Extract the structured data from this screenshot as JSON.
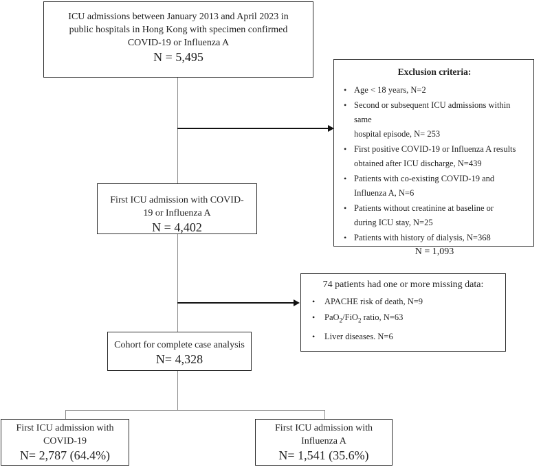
{
  "top_box": {
    "line1": "ICU admissions between January 2013 and April 2023 in",
    "line2": "public hospitals in Hong Kong with specimen confirmed",
    "line3": "COVID-19 or Influenza A",
    "n": "N = 5,495"
  },
  "exclusion": {
    "title": "Exclusion criteria:",
    "items": [
      {
        "l1": "Age < 18 years, N=2",
        "l2": ""
      },
      {
        "l1": "Second or subsequent ICU admissions within same",
        "l2": " hospital episode, N= 253"
      },
      {
        "l1": "First positive COVID-19 or Influenza A results",
        "l2": "obtained after ICU discharge, N=439"
      },
      {
        "l1": "Patients with co-existing COVID-19 and",
        "l2": "Influenza A, N=6"
      },
      {
        "l1": "Patients without creatinine at baseline or",
        "l2": "during ICU stay, N=25"
      },
      {
        "l1": "Patients with history of dialysis, N=368",
        "l2": ""
      }
    ],
    "total": "N = 1,093"
  },
  "first_icu_box": {
    "line1": "First ICU admission with COVID-",
    "line2": "19 or Influenza A",
    "n": "N = 4,402"
  },
  "missing": {
    "title": "74 patients had one or more missing data:",
    "items": {
      "apache": "APACHE risk of death, N=9",
      "pao2_prefix": "PaO",
      "pao2_sub": "2",
      "fio2_prefix": "/FiO",
      "fio2_sub": "2",
      "pao2_suffix": " ratio, N=63",
      "liver": "Liver diseases. N=6"
    }
  },
  "cohort_box": {
    "line1": "Cohort for complete case analysis",
    "n": "N= 4,328"
  },
  "covid_box": {
    "line1": "First ICU admission with",
    "line2": "COVID-19",
    "n": "N= 2,787 (64.4%)"
  },
  "flu_box": {
    "line1": "First ICU admission with",
    "line2": "Influenza A",
    "n": "N= 1,541 (35.6%)"
  }
}
